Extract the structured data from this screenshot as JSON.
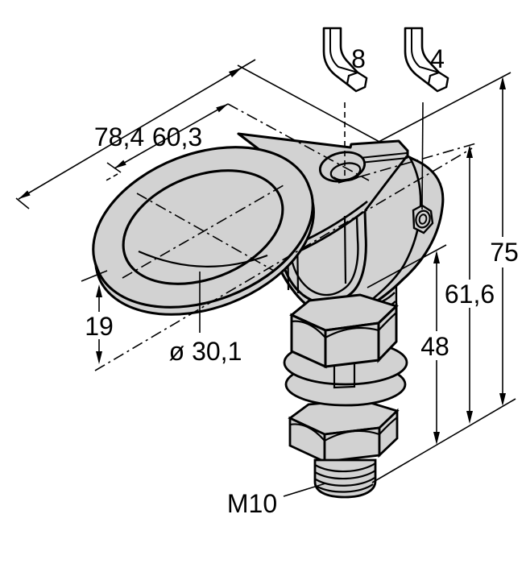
{
  "drawing": {
    "type": "technical-dimension-drawing",
    "background": "#ffffff",
    "part_fill": "#d2d2d2",
    "line_color": "#000000",
    "dimensions": {
      "overall_width": "78,4",
      "ring_center_offset": "60,3",
      "allen_key_clamp": "8",
      "allen_key_set_screw": "4",
      "overall_height": "75",
      "axis_height": "61,6",
      "shaft_length": "48",
      "foot_height": "19",
      "ring_diameter": "ø 30,1",
      "thread": "M10"
    }
  }
}
